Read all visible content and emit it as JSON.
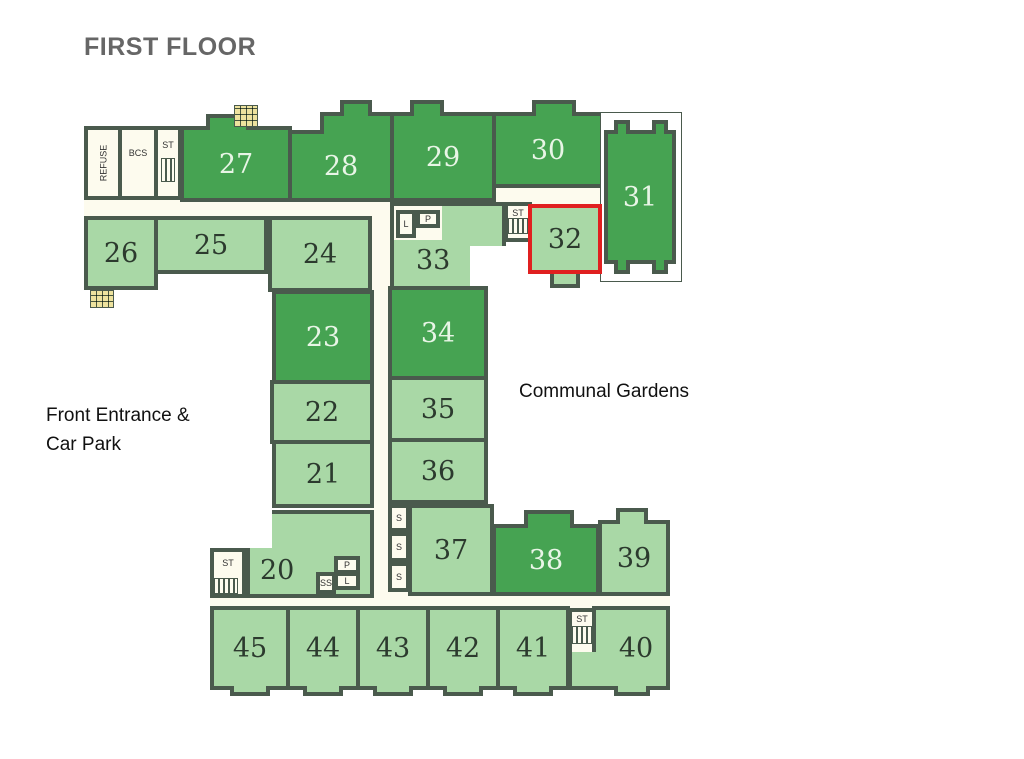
{
  "title": "FIRST FLOOR",
  "labels": {
    "front_entrance_line1": "Front Entrance &",
    "front_entrance_line2": "Car Park",
    "communal_gardens": "Communal Gardens"
  },
  "colors": {
    "light_unit": "#a9d8a6",
    "dark_unit": "#46a352",
    "corridor": "#fdfbee",
    "wall": "#4a5a4d",
    "highlight": "#e02020"
  },
  "highlighted_unit": "32",
  "units": {
    "u20": "20",
    "u21": "21",
    "u22": "22",
    "u23": "23",
    "u24": "24",
    "u25": "25",
    "u26": "26",
    "u27": "27",
    "u28": "28",
    "u29": "29",
    "u30": "30",
    "u31": "31",
    "u32": "32",
    "u33": "33",
    "u34": "34",
    "u35": "35",
    "u36": "36",
    "u37": "37",
    "u38": "38",
    "u39": "39",
    "u40": "40",
    "u41": "41",
    "u42": "42",
    "u43": "43",
    "u44": "44",
    "u45": "45"
  },
  "utility": {
    "refuse": "REFUSE",
    "bcs": "BCS",
    "stair": "ST",
    "lift": "L",
    "plant": "P",
    "store": "S",
    "ss": "SS"
  }
}
